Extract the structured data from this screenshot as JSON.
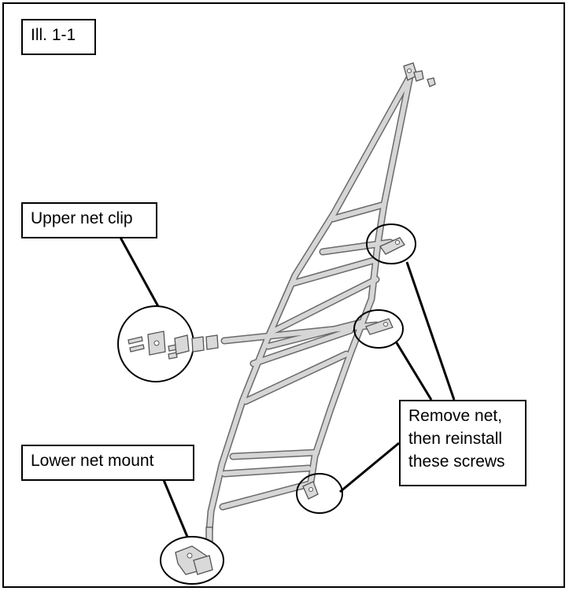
{
  "illustration": {
    "id_label": "Ill. 1-1"
  },
  "callouts": {
    "upper_net_clip": "Upper net clip",
    "lower_net_mount": "Lower net mount",
    "remove_net": [
      "Remove net,",
      "then reinstall",
      "these screws"
    ]
  },
  "colors": {
    "frame_fill": "#d6d6d6",
    "frame_stroke": "#6a6a6a",
    "outline": "#000000",
    "background": "#ffffff"
  }
}
